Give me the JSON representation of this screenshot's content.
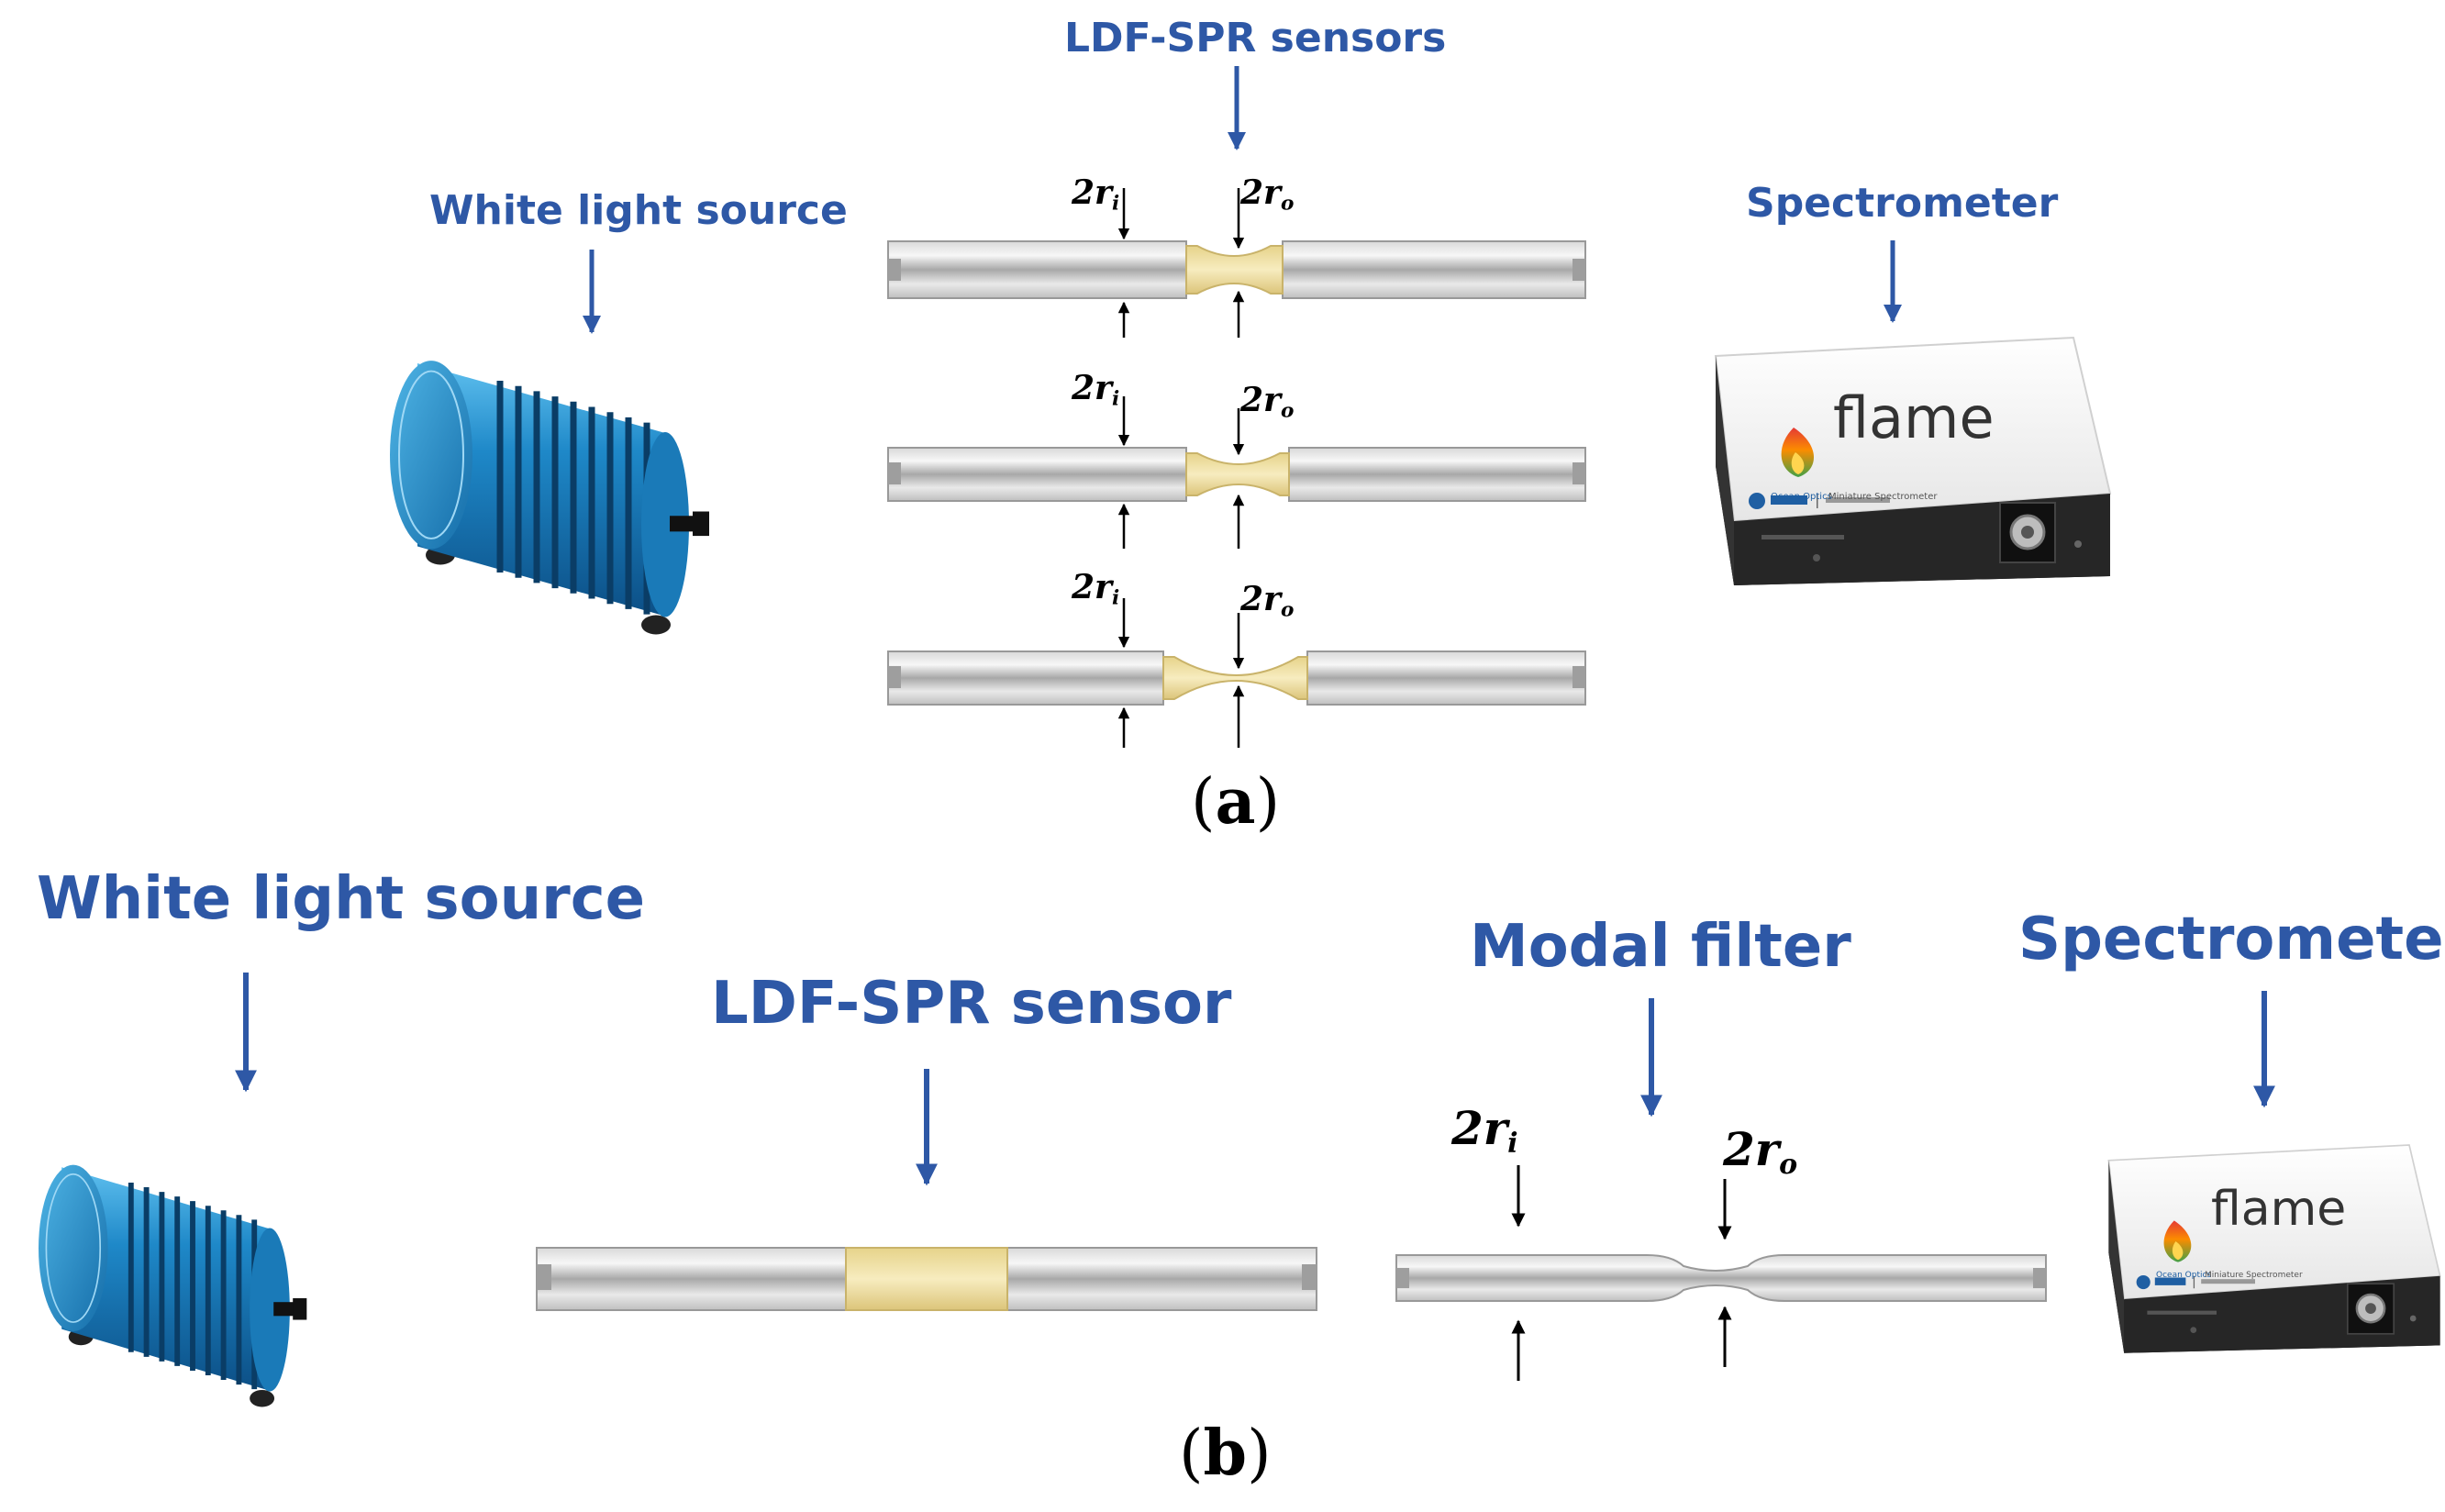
{
  "panel_a": {
    "caption_letter": "a",
    "white_light_source": "White light source",
    "sensors_label": "LDF-SPR sensors",
    "spectrometer": "Spectrometer",
    "radius_inner": "2r",
    "radius_inner_sub": "i",
    "radius_outer": "2r",
    "radius_outer_sub": "o"
  },
  "panel_b": {
    "caption_letter": "b",
    "white_light_source": "White light source",
    "sensor_label": "LDF-SPR sensor",
    "modal_filter": "Modal filter",
    "spectrometer": "Spectrometer",
    "radius_inner": "2r",
    "radius_inner_sub": "i",
    "radius_outer": "2r",
    "radius_outer_sub": "o"
  },
  "spectrometer_device": {
    "brand": "flame",
    "maker": "Ocean Optics",
    "subtitle": "Miniature Spectrometer"
  },
  "colors": {
    "label_blue": "#2e58a6",
    "light_source_blue": "#1e88c8",
    "gold_coating": "#efe0a0"
  }
}
